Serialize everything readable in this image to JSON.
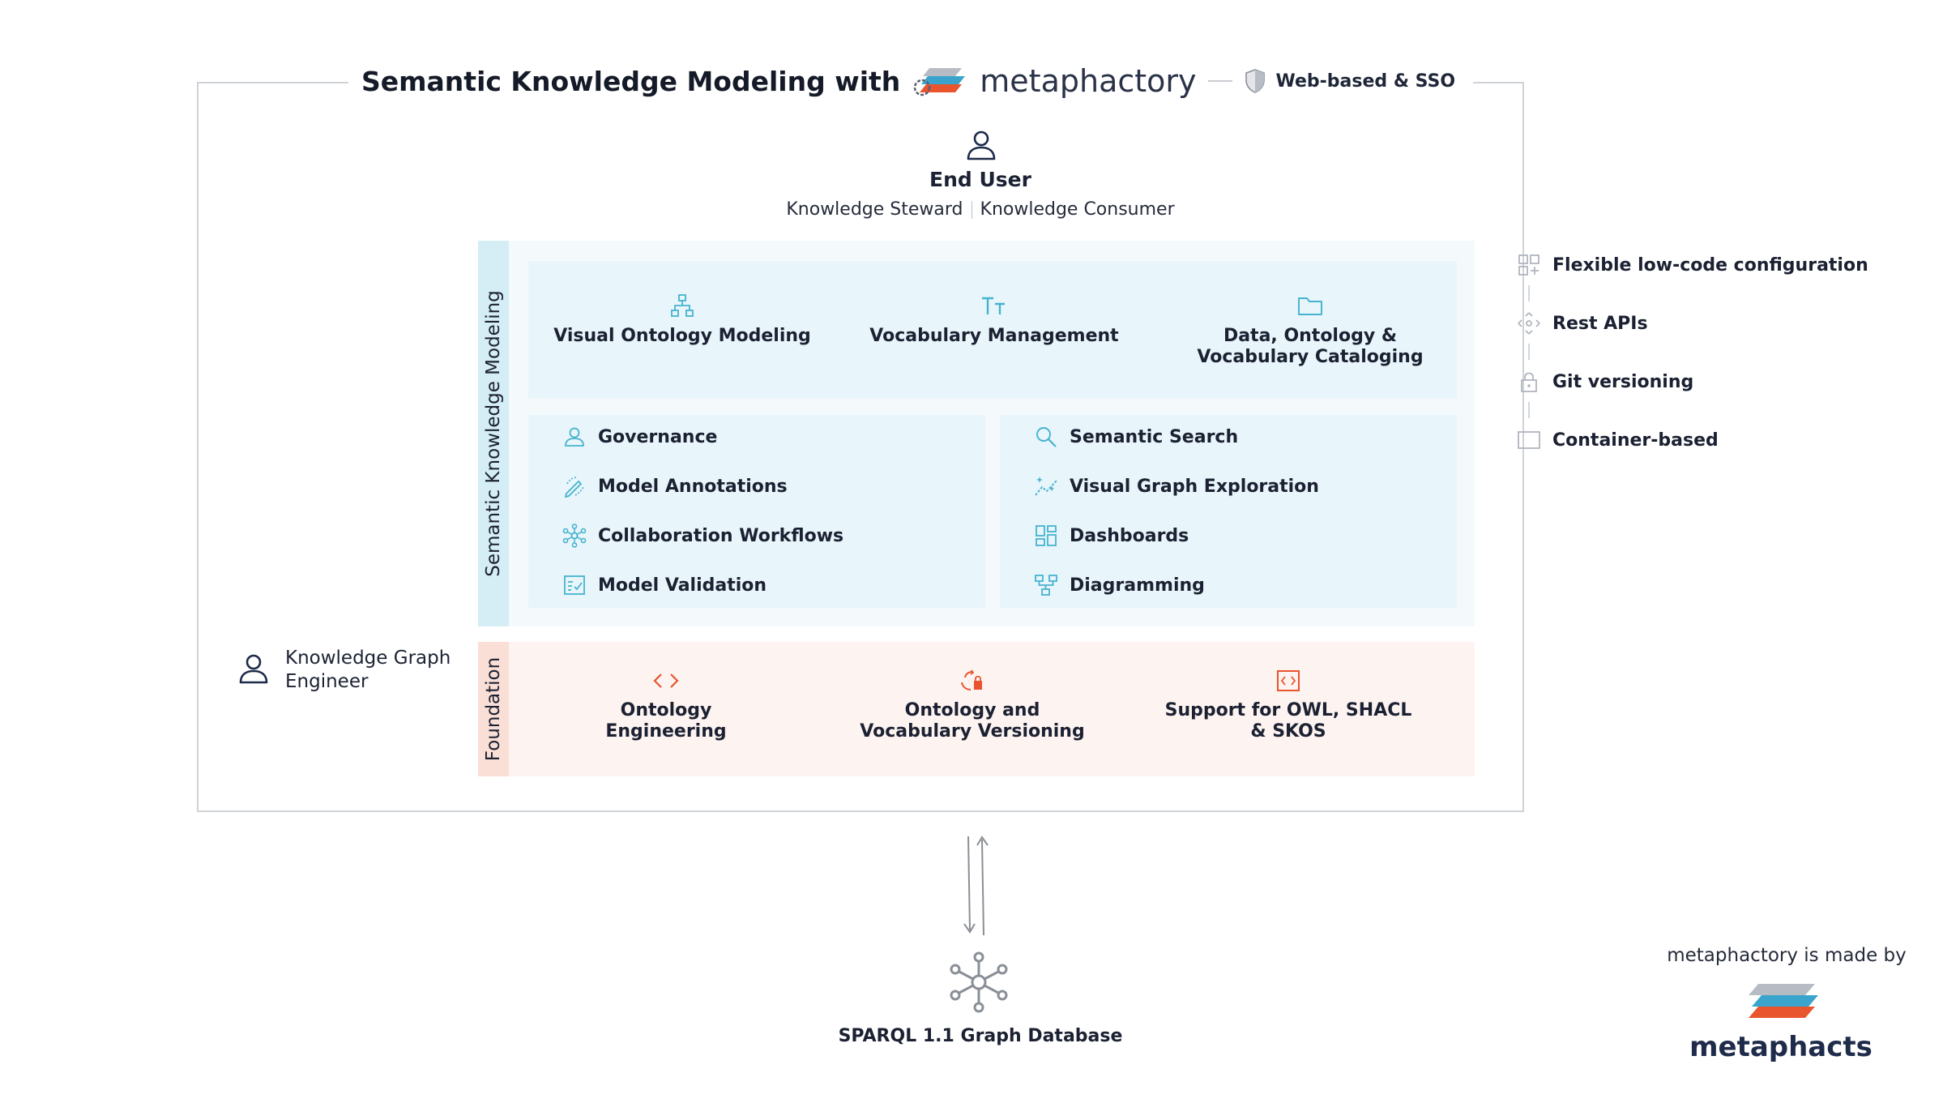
{
  "header": {
    "title": "Semantic Knowledge Modeling with",
    "brand": "metaphactory",
    "badge": "Web-based & SSO"
  },
  "end_user": {
    "title": "End User",
    "role_1": "Knowledge Steward",
    "role_2": "Knowledge Consumer"
  },
  "semantic_section": {
    "label": "Semantic Knowledge Modeling",
    "top_features": [
      {
        "label": "Visual Ontology Modeling",
        "icon": "hierarchy-icon"
      },
      {
        "label": "Vocabulary Management",
        "icon": "text-type-icon"
      },
      {
        "label_line1": "Data, Ontology &",
        "label_line2": "Vocabulary Cataloging",
        "icon": "folder-icon"
      }
    ],
    "left_list": [
      {
        "label": "Governance",
        "icon": "person-icon"
      },
      {
        "label": "Model Annotations",
        "icon": "annotate-icon"
      },
      {
        "label": "Collaboration Workflows",
        "icon": "network-icon"
      },
      {
        "label": "Model Validation",
        "icon": "checklist-icon"
      }
    ],
    "right_list": [
      {
        "label": "Semantic Search",
        "icon": "search-icon"
      },
      {
        "label": "Visual Graph Exploration",
        "icon": "sparkline-icon"
      },
      {
        "label": "Dashboards",
        "icon": "dashboard-icon"
      },
      {
        "label": "Diagramming",
        "icon": "diagram-icon"
      }
    ]
  },
  "foundation": {
    "label": "Foundation",
    "features": [
      {
        "line1": "Ontology",
        "line2": "Engineering",
        "icon": "code-icon"
      },
      {
        "line1": "Ontology and",
        "line2": "Vocabulary Versioning",
        "icon": "versioning-icon"
      },
      {
        "line1": "Support for OWL, SHACL",
        "line2": "& SKOS",
        "icon": "code-box-icon"
      }
    ]
  },
  "engineer": {
    "line1": "Knowledge Graph",
    "line2": "Engineer"
  },
  "side_features": [
    {
      "label": "Flexible low-code configuration",
      "icon": "grid-plus-icon"
    },
    {
      "label": "Rest APIs",
      "icon": "api-icon"
    },
    {
      "label": "Git versioning",
      "icon": "lock-icon"
    },
    {
      "label": "Container-based",
      "icon": "container-icon"
    }
  ],
  "database": {
    "label": "SPARQL 1.1 Graph Database",
    "icon": "graph-hub-icon"
  },
  "footer": {
    "made_by": "metaphactory is made by",
    "company": "metaphacts"
  },
  "colors": {
    "teal_icon": "#45b3d0",
    "orange_icon": "#e8552e",
    "semantic_bg": "#e8f5fa",
    "foundation_bg": "#fdf3f0"
  }
}
